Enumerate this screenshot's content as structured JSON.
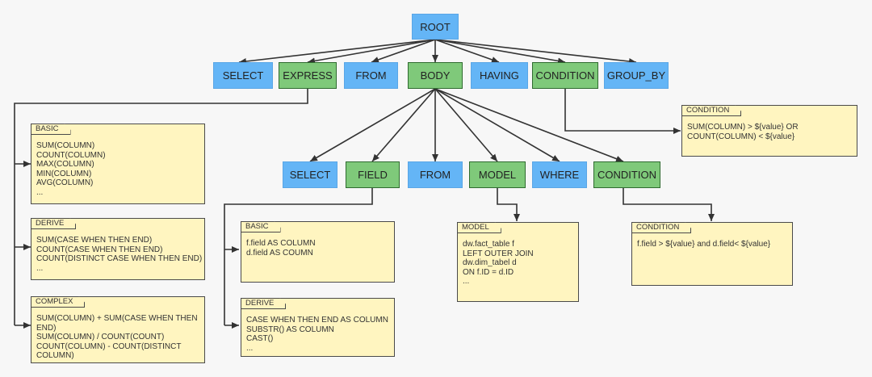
{
  "nodes": {
    "root": "ROOT",
    "select": "SELECT",
    "express": "EXPRESS",
    "from": "FROM",
    "body": "BODY",
    "having": "HAVING",
    "condition": "CONDITION",
    "group_by": "GROUP_BY",
    "body_select": "SELECT",
    "body_field": "FIELD",
    "body_from": "FROM",
    "body_model": "MODEL",
    "body_where": "WHERE",
    "body_condition": "CONDITION"
  },
  "notes": {
    "basic_express": {
      "title": "BASIC",
      "lines": [
        "SUM(COLUMN)",
        "COUNT(COLUMN)",
        "MAX(COLUMN)",
        "MIN(COLUMN)",
        "AVG(COLUMN)",
        "..."
      ]
    },
    "derive_express": {
      "title": "DERIVE",
      "lines": [
        "SUM(CASE WHEN THEN END)",
        "COUNT(CASE WHEN THEN END)",
        "COUNT(DISTINCT CASE WHEN THEN END)",
        "..."
      ]
    },
    "complex_express": {
      "title": "COMPLEX",
      "lines": [
        "SUM(COLUMN) + SUM(CASE WHEN THEN",
        "END)",
        "SUM(COLUMN) / COUNT(COUNT)",
        "COUNT(COLUMN) - COUNT(DISTINCT",
        "COLUMN)"
      ]
    },
    "condition_top": {
      "title": "CONDITION",
      "lines": [
        "SUM(COLUMN) > ${value} OR",
        "COUNT(COLUMN) < ${value}"
      ]
    },
    "basic_field": {
      "title": "BASIC",
      "lines": [
        "f.field AS COLUMN",
        "d.field AS COUMN"
      ]
    },
    "derive_field": {
      "title": "DERIVE",
      "lines": [
        "CASE WHEN THEN END AS COLUMN",
        "SUBSTR() AS COLUMN",
        "CAST()",
        "..."
      ]
    },
    "model": {
      "title": "MODEL",
      "lines": [
        "dw.fact_table f",
        "LEFT OUTER JOIN",
        "dw.dim_tabel d",
        "ON f.ID = d.ID",
        "..."
      ]
    },
    "condition_body": {
      "title": "CONDITION",
      "lines": [
        "f.field > ${value} and d.field< ${value}"
      ]
    }
  }
}
